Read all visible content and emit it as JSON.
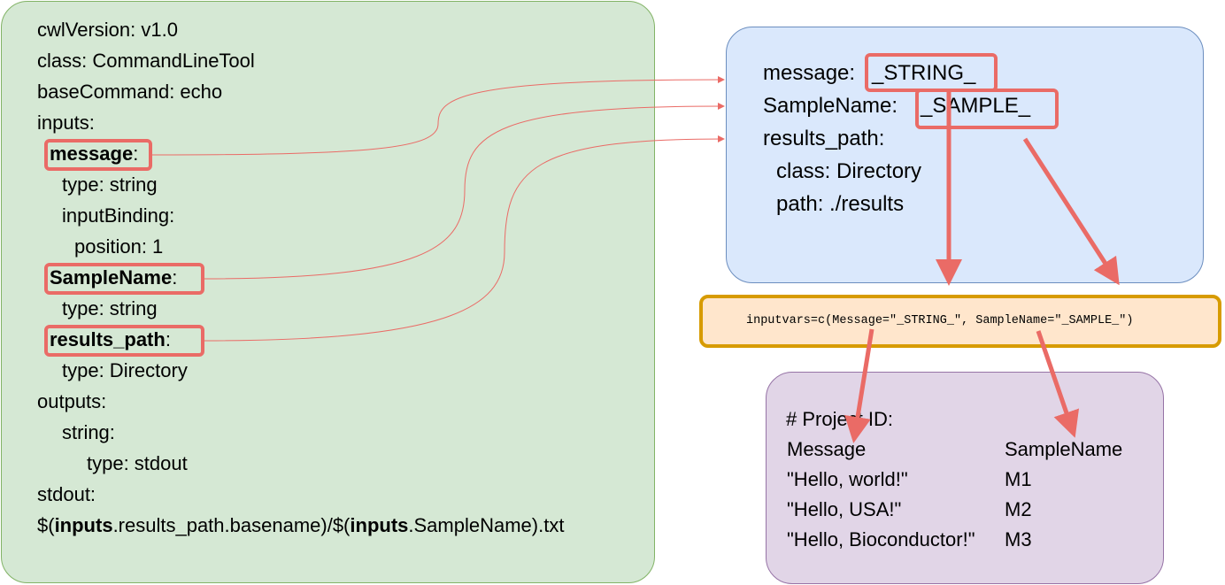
{
  "cwl": {
    "lines": [
      "cwlVersion: v1.0",
      "class: CommandLineTool",
      "baseCommand: echo",
      "inputs:",
      "message",
      "type: string",
      "inputBinding:",
      "position: 1",
      "SampleName",
      "type: string",
      "results_path",
      "type: Directory",
      "outputs:",
      "string:",
      "type: stdout",
      "stdout:"
    ],
    "colon": ":",
    "stdout_expr": {
      "p1": "$(",
      "b1": "inputs",
      "p2": ".results_path.basename)/$(",
      "b2": "inputs",
      "p3": ".SampleName).txt"
    }
  },
  "yml": {
    "message_key": "message:",
    "message_val": "_STRING_",
    "sample_key": "SampleName:",
    "sample_val": "_SAMPLE_",
    "results_key": "results_path:",
    "class_line": "class: Directory",
    "path_line": "path: ./results"
  },
  "code": {
    "text": "inputvars=c(Message=\"_STRING_\", SampleName=\"_SAMPLE_\")"
  },
  "tsv": {
    "header": "# Project ID:",
    "columns": [
      "Message",
      "SampleName"
    ],
    "rows": [
      [
        "\"Hello, world!\"",
        "M1"
      ],
      [
        "\"Hello, USA!\"",
        "M2"
      ],
      [
        "\"Hello, Bioconductor!\"",
        "M3"
      ]
    ]
  },
  "colors": {
    "cwl_fill": "#d5e8d4",
    "yml_fill": "#dae8fc",
    "code_fill": "#ffe6cc",
    "tsv_fill": "#e1d5e7",
    "highlight": "#ea6b66"
  }
}
